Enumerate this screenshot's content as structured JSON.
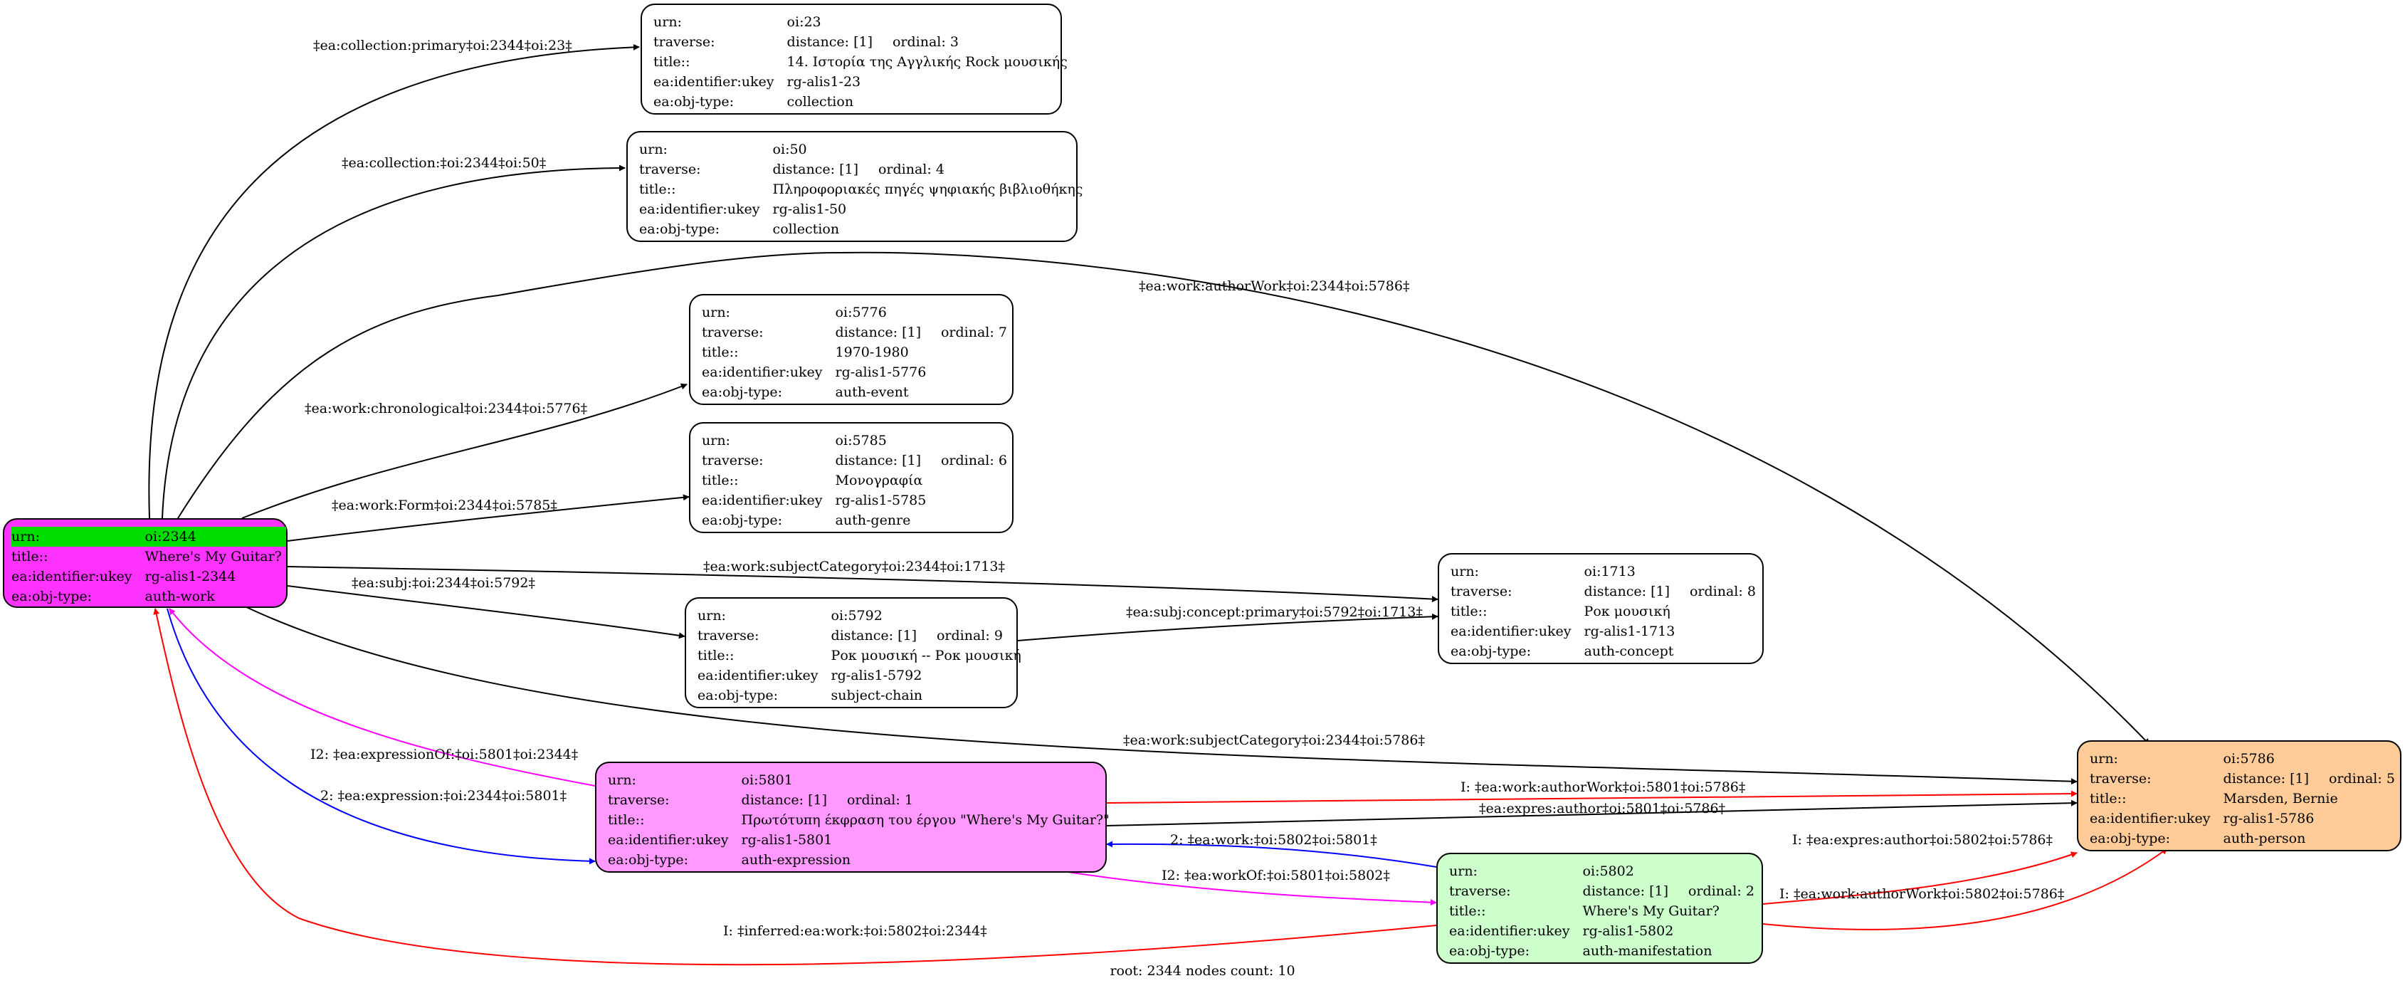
{
  "colors": {
    "root_fill": "#ff33ff",
    "root_urn_fill": "#00dd00",
    "expression_fill": "#ff99ff",
    "manifestation_fill": "#ccffcc",
    "person_fill": "#ffcc99",
    "default_fill": "#ffffff",
    "edge_black": "#000000",
    "edge_red": "#ff0000",
    "edge_blue": "#0000ff",
    "edge_magenta": "#ff00ff"
  },
  "field_labels": {
    "urn": "urn:",
    "traverse": "traverse:",
    "title": "title::",
    "ukey": "ea:identifier:ukey",
    "objtype": "ea:obj-type:"
  },
  "nodes": {
    "n2344": {
      "urn": "oi:2344",
      "title": "Where's My Guitar?",
      "ukey": "rg-alis1-2344",
      "objtype": "auth-work"
    },
    "n23": {
      "urn": "oi:23",
      "distance": "distance: [1]",
      "ordinal": "ordinal: 3",
      "title": "14. Ιστορία της Αγγλικής Rock μουσικής",
      "ukey": "rg-alis1-23",
      "objtype": "collection"
    },
    "n50": {
      "urn": "oi:50",
      "distance": "distance: [1]",
      "ordinal": "ordinal: 4",
      "title": "Πληροφοριακές πηγές ψηφιακής βιβλιοθήκης",
      "ukey": "rg-alis1-50",
      "objtype": "collection"
    },
    "n5776": {
      "urn": "oi:5776",
      "distance": "distance: [1]",
      "ordinal": "ordinal: 7",
      "title": "1970-1980",
      "ukey": "rg-alis1-5776",
      "objtype": "auth-event"
    },
    "n5785": {
      "urn": "oi:5785",
      "distance": "distance: [1]",
      "ordinal": "ordinal: 6",
      "title": "Μονογραφία",
      "ukey": "rg-alis1-5785",
      "objtype": "auth-genre"
    },
    "n1713": {
      "urn": "oi:1713",
      "distance": "distance: [1]",
      "ordinal": "ordinal: 8",
      "title": "Ροκ μουσική",
      "ukey": "rg-alis1-1713",
      "objtype": "auth-concept"
    },
    "n5792": {
      "urn": "oi:5792",
      "distance": "distance: [1]",
      "ordinal": "ordinal: 9",
      "title": "Ροκ μουσική -- Ροκ μουσική",
      "ukey": "rg-alis1-5792",
      "objtype": "subject-chain"
    },
    "n5801": {
      "urn": "oi:5801",
      "distance": "distance: [1]",
      "ordinal": "ordinal: 1",
      "title": "Πρωτότυπη έκφραση του έργου \"Where's My Guitar?\"",
      "ukey": "rg-alis1-5801",
      "objtype": "auth-expression"
    },
    "n5802": {
      "urn": "oi:5802",
      "distance": "distance: [1]",
      "ordinal": "ordinal: 2",
      "title": "Where's My Guitar?",
      "ukey": "rg-alis1-5802",
      "objtype": "auth-manifestation"
    },
    "n5786": {
      "urn": "oi:5786",
      "distance": "distance: [1]",
      "ordinal": "ordinal: 5",
      "title": "Marsden, Bernie",
      "ukey": "rg-alis1-5786",
      "objtype": "auth-person"
    }
  },
  "edges": {
    "e1": "‡ea:collection:primary‡oi:2344‡oi:23‡",
    "e2": "‡ea:collection:‡oi:2344‡oi:50‡",
    "e3": "‡ea:work:authorWork‡oi:2344‡oi:5786‡",
    "e4": "‡ea:work:chronological‡oi:2344‡oi:5776‡",
    "e5": "‡ea:work:Form‡oi:2344‡oi:5785‡",
    "e6": "‡ea:work:subjectCategory‡oi:2344‡oi:1713‡",
    "e7": "‡ea:subj:‡oi:2344‡oi:5792‡",
    "e8": "‡ea:subj:concept:primary‡oi:5792‡oi:1713‡",
    "e9": "‡ea:work:subjectCategory‡oi:2344‡oi:5786‡",
    "e10": "I2: ‡ea:expressionOf:‡oi:5801‡oi:2344‡",
    "e11": "2: ‡ea:expression:‡oi:2344‡oi:5801‡",
    "e12": "I: ‡ea:work:authorWork‡oi:5801‡oi:5786‡",
    "e13": "‡ea:expres:author‡oi:5801‡oi:5786‡",
    "e14": "2: ‡ea:work:‡oi:5802‡oi:5801‡",
    "e15": "I2: ‡ea:workOf:‡oi:5801‡oi:5802‡",
    "e16": "I: ‡ea:expres:author‡oi:5802‡oi:5786‡",
    "e17": "I: ‡ea:work:authorWork‡oi:5802‡oi:5786‡",
    "e18": "I: ‡inferred:ea:work:‡oi:5802‡oi:2344‡"
  },
  "footer": "root: 2344 nodes count: 10"
}
